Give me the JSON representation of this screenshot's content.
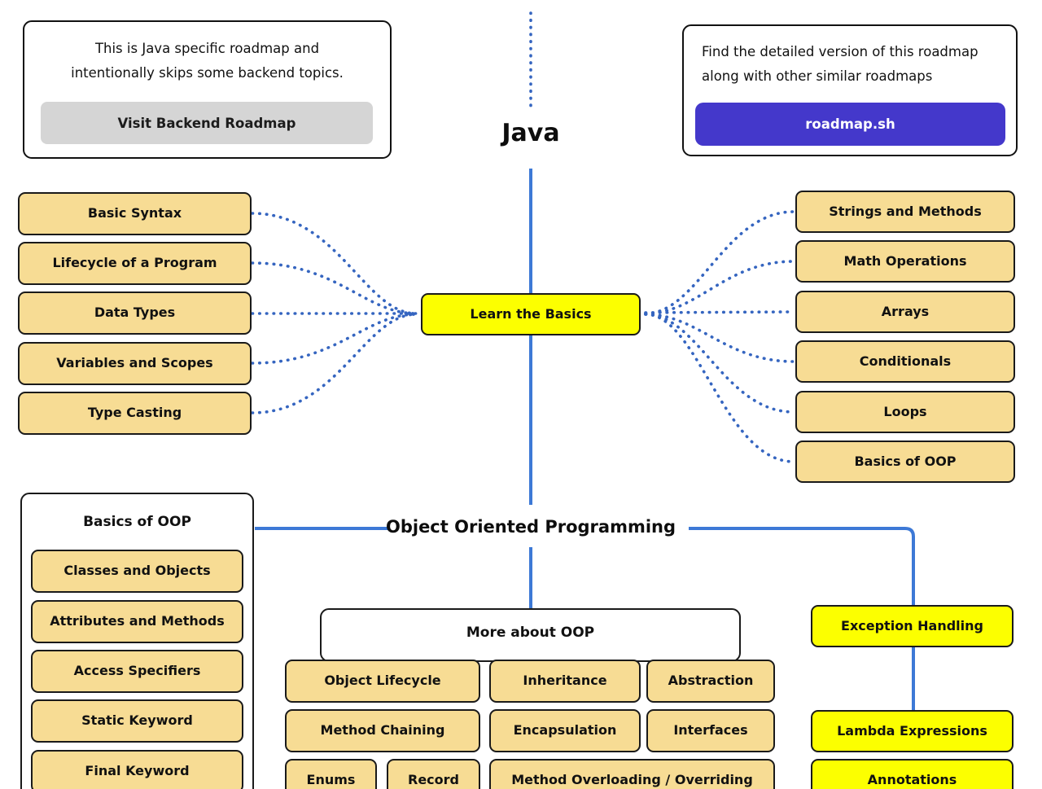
{
  "colors": {
    "line_blue": "#3D79D6",
    "dot_blue": "#3565C0",
    "topic_tan": "#F7DC94",
    "topic_yellow": "#FCFF00",
    "brand_indigo": "#4438CB",
    "button_gray": "#D5D5D5"
  },
  "header": {
    "backend_note": {
      "line1": "This is Java specific roadmap and",
      "line2": "intentionally skips some backend topics.",
      "button": "Visit Backend Roadmap"
    },
    "title": "Java",
    "detail_note": {
      "line1": "Find the detailed version of this roadmap",
      "line2": "along with other similar roadmaps",
      "button": "roadmap.sh"
    }
  },
  "basics": {
    "node": "Learn the Basics",
    "left": [
      "Basic Syntax",
      "Lifecycle of a Program",
      "Data Types",
      "Variables and Scopes",
      "Type Casting"
    ],
    "right": [
      "Strings and Methods",
      "Math Operations",
      "Arrays",
      "Conditionals",
      "Loops",
      "Basics of OOP"
    ]
  },
  "oop": {
    "heading": "Object Oriented Programming",
    "basics_group": {
      "title": "Basics of OOP",
      "items": [
        "Classes and Objects",
        "Attributes and Methods",
        "Access Specifiers",
        "Static Keyword",
        "Final Keyword"
      ]
    },
    "more_group": {
      "title": "More about OOP",
      "row1": [
        "Object Lifecycle",
        "Inheritance",
        "Abstraction"
      ],
      "row2": [
        "Method Chaining",
        "Encapsulation",
        "Interfaces"
      ],
      "row3": [
        "Enums",
        "Record",
        "Method Overloading / Overriding"
      ]
    },
    "side": [
      "Exception Handling",
      "Lambda Expressions",
      "Annotations"
    ]
  }
}
